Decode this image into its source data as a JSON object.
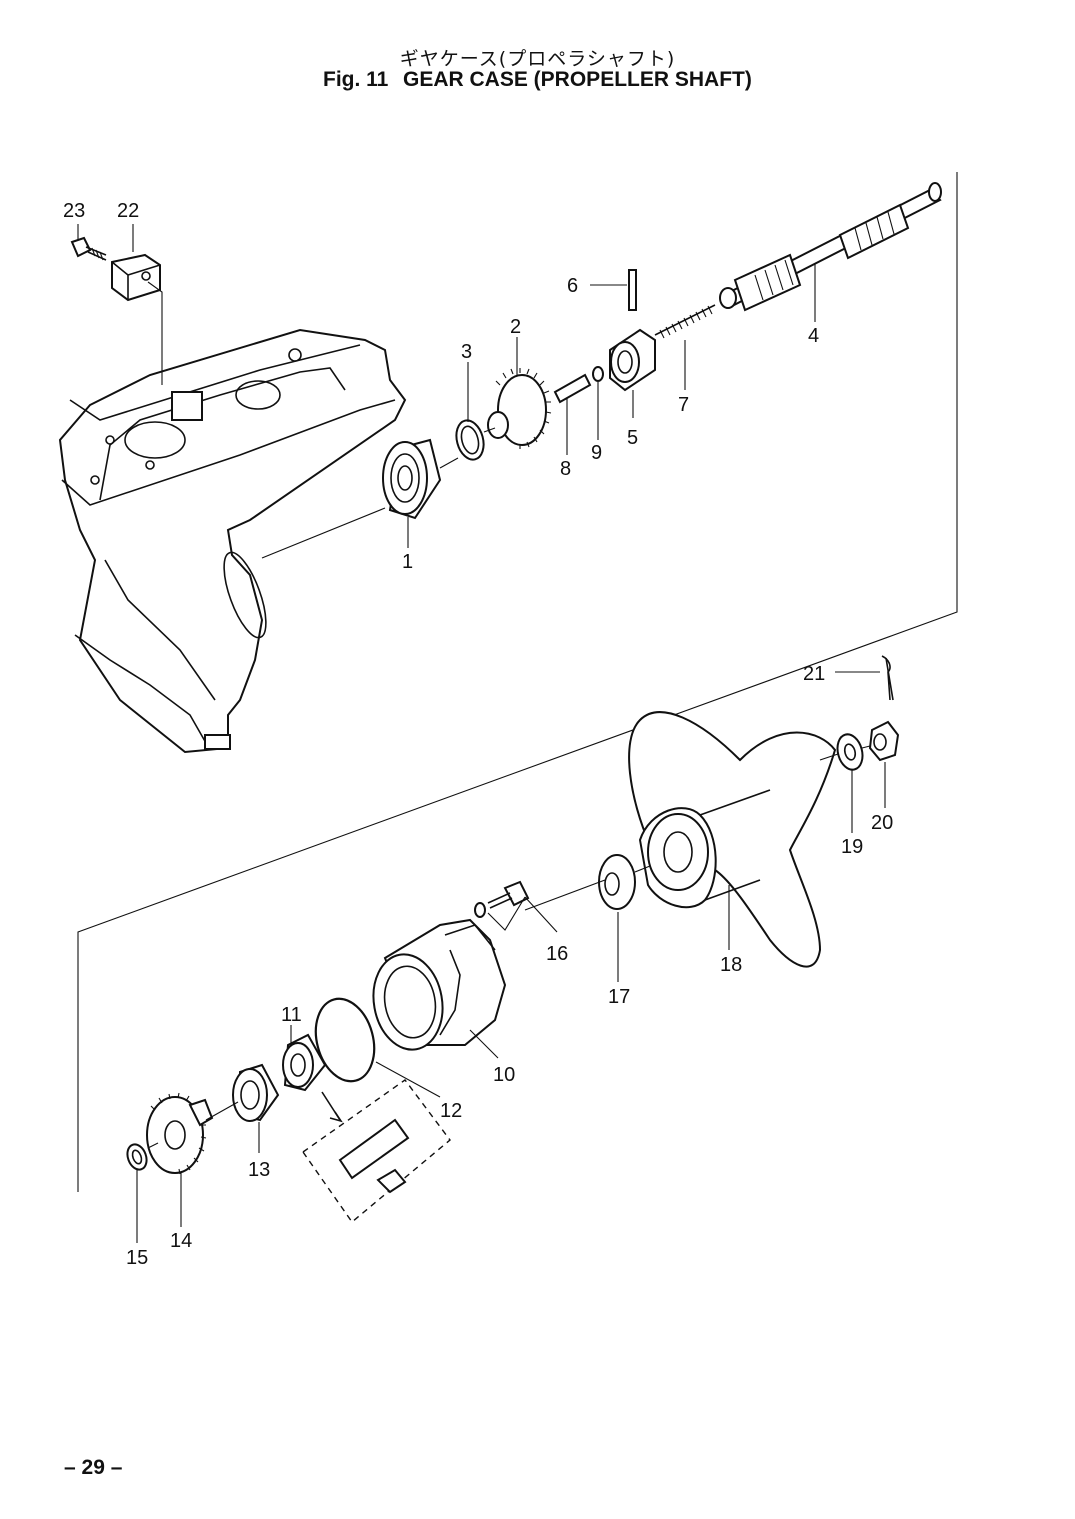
{
  "header": {
    "title_jp": "ギヤケース(プロペラシャフト)",
    "fig_no": "Fig. 11",
    "title_en": "GEAR CASE (PROPELLER SHAFT)"
  },
  "callouts": {
    "p1": "1",
    "p2": "2",
    "p3": "3",
    "p4": "4",
    "p5": "5",
    "p6": "6",
    "p7": "7",
    "p8": "8",
    "p9": "9",
    "p10": "10",
    "p11": "11",
    "p12": "12",
    "p13": "13",
    "p14": "14",
    "p15": "15",
    "p16": "16",
    "p17": "17",
    "p18": "18",
    "p19": "19",
    "p20": "20",
    "p21": "21",
    "p22": "22",
    "p23": "23"
  },
  "footer": {
    "page_number": "– 29 –"
  }
}
